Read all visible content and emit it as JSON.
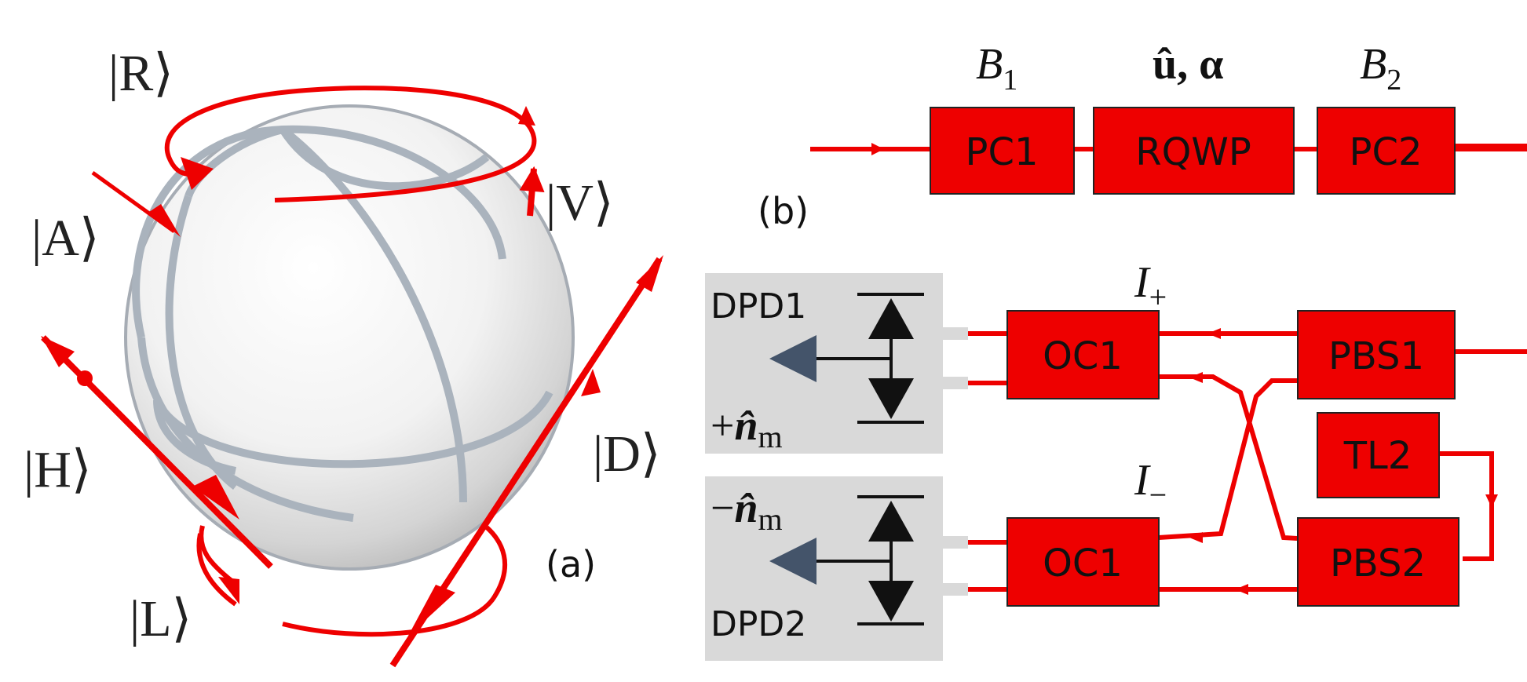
{
  "panel_a": {
    "label": "(a)",
    "states": {
      "R": "|R⟩",
      "V": "|V⟩",
      "A": "|A⟩",
      "H": "|H⟩",
      "D": "|D⟩",
      "L": "|L⟩"
    }
  },
  "panel_b": {
    "label": "(b)",
    "top_labels": {
      "b1": "B",
      "b1_sub": "1",
      "u_alpha": "û, α",
      "b2": "B",
      "b2_sub": "2"
    },
    "components": {
      "pc1": "PC1",
      "rqwp": "RQWP",
      "pc2": "PC2",
      "pbs1": "PBS1",
      "tl2": "TL2",
      "pbs2": "PBS2",
      "oc_top": "OC1",
      "oc_bottom": "OC1"
    },
    "currents": {
      "i_plus": "I",
      "i_plus_sub": "+",
      "i_minus": "I",
      "i_minus_sub": "−"
    },
    "detectors": {
      "top_name": "DPD1",
      "top_dir_sign": "+",
      "top_dir_vec": "n̂",
      "top_dir_sub": "m",
      "bottom_name": "DPD2",
      "bottom_dir_sign": "−",
      "bottom_dir_vec": "n̂",
      "bottom_dir_sub": "m"
    }
  },
  "colors": {
    "beam": "#ee0000",
    "component_fill": "#ee0000",
    "detector_panel": "#d9d9d9",
    "amplifier": "#44546a"
  }
}
